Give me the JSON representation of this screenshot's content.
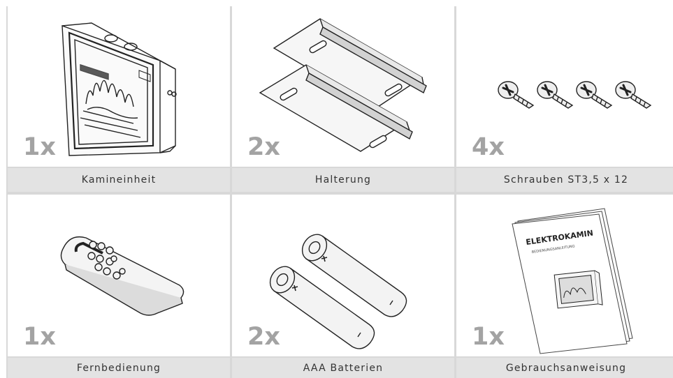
{
  "items": [
    {
      "quantity": "1x",
      "label": "Kamineinheit",
      "icon": "fireplace-insert-icon"
    },
    {
      "quantity": "2x",
      "label": "Halterung",
      "icon": "mounting-bracket-icon"
    },
    {
      "quantity": "4x",
      "label": "Schrauben ST3,5 x 12",
      "icon": "screw-icon"
    },
    {
      "quantity": "1x",
      "label": "Fernbedienung",
      "icon": "remote-control-icon"
    },
    {
      "quantity": "2x",
      "label": "AAA Batterien",
      "icon": "battery-icon"
    },
    {
      "quantity": "1x",
      "label": "Gebrauchsanweisung",
      "icon": "manual-icon"
    }
  ],
  "manual": {
    "title": "ELEKTROKAMIN",
    "subtitle": "BEDIENUNGSANLEITUNG"
  },
  "colors": {
    "quantity": "#a3a3a3",
    "label_bg": "#e3e3e3",
    "grid_line": "#d8d8d8"
  }
}
